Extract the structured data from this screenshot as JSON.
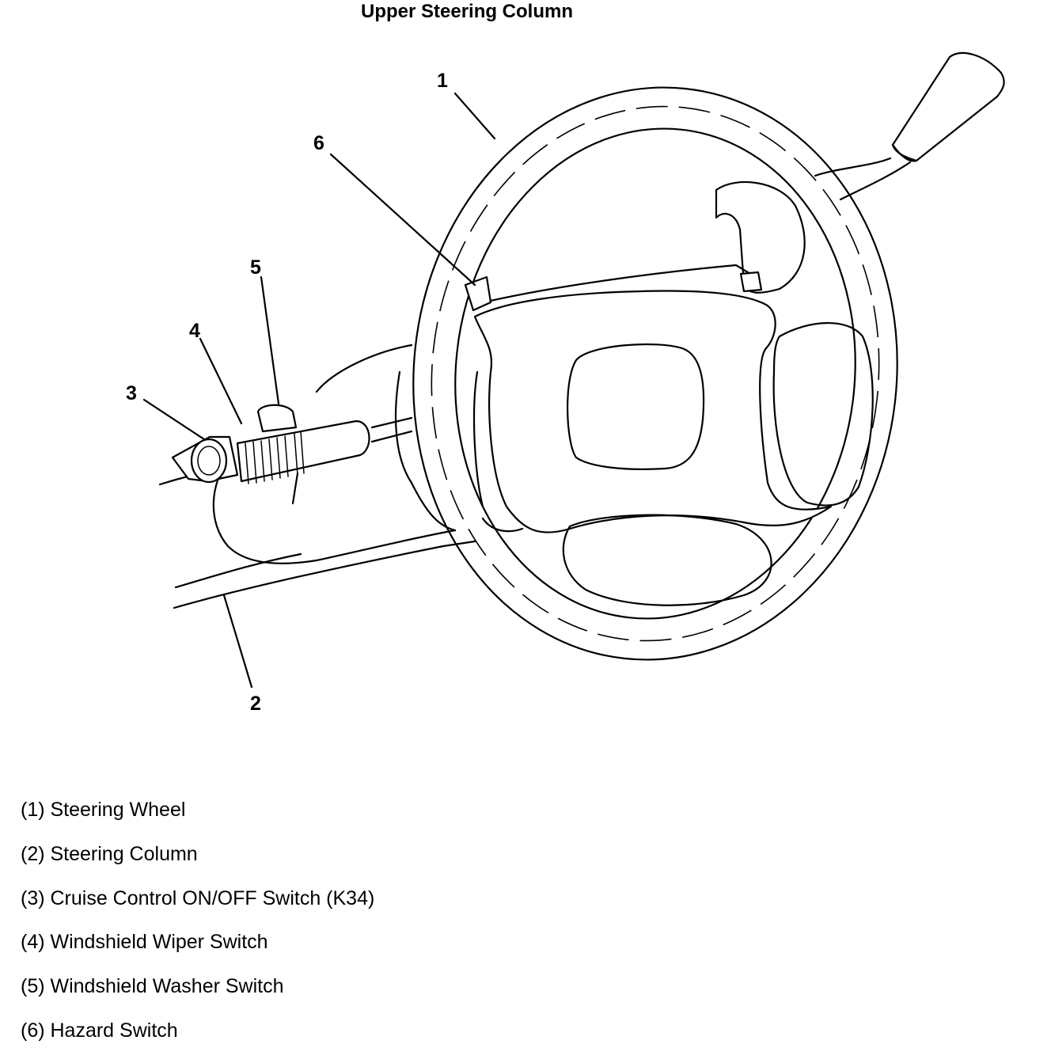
{
  "title": "Upper Steering Column",
  "callouts": [
    "1",
    "2",
    "3",
    "4",
    "5",
    "6"
  ],
  "legend": [
    "(1) Steering Wheel",
    "(2) Steering Column",
    "(3) Cruise Control ON/OFF Switch (K34)",
    "(4) Windshield Wiper Switch",
    "(5) Windshield Washer Switch",
    "(6) Hazard Switch"
  ]
}
